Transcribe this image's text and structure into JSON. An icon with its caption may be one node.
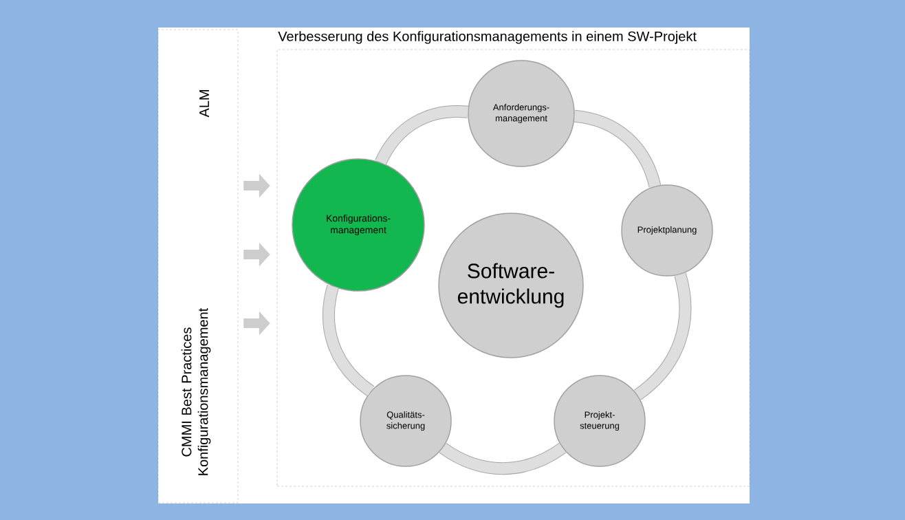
{
  "diagram": {
    "nodes": [
      {
        "text": [
          "ALM",
          "CMMI Best Practices Konfigurationsmanagement"
        ]
      },
      {
        "text": [
          "Verbesserung des Konfigurationsmanagements in einem SW-Projekt"
        ]
      },
      {
        "text": [
          "Anforderungs- management"
        ],
        "in": 1
      },
      {
        "text": [
          "Konfigurations- management"
        ],
        "in": 1
      },
      {
        "text": [
          "Projektplanung"
        ],
        "in": 1
      },
      {
        "text": [
          "Software- entwicklung"
        ],
        "in": 1
      },
      {
        "text": [
          "Qualitäts- sicherung"
        ],
        "in": 1
      },
      {
        "text": [
          "Projekt- steuerung"
        ],
        "in": 1
      }
    ],
    "edges": [
      {
        "from": 0,
        "to": 1,
        "arrow": "to"
      },
      {
        "from": 0,
        "to": 1,
        "arrow": "to"
      },
      {
        "from": 0,
        "to": 1,
        "arrow": "to"
      },
      {
        "from": 2,
        "to": 4,
        "arrow": "none"
      },
      {
        "from": 4,
        "to": 7,
        "arrow": "none"
      },
      {
        "from": 7,
        "to": 6,
        "arrow": "none"
      },
      {
        "from": 6,
        "to": 3,
        "arrow": "none"
      },
      {
        "from": 3,
        "to": 2,
        "arrow": "none"
      }
    ]
  }
}
